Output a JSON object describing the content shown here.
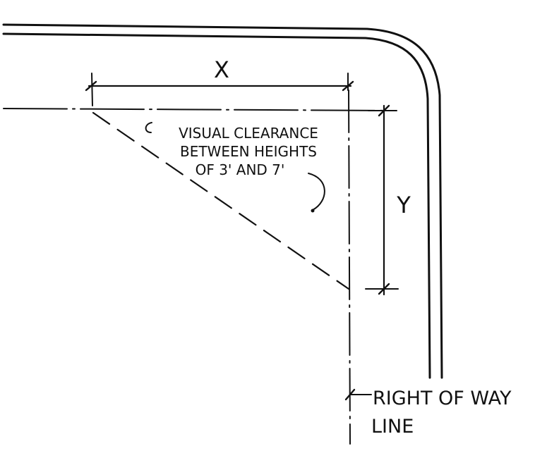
{
  "diagram": {
    "dimension_x_label": "X",
    "dimension_y_label": "Y",
    "note_lines": [
      "VISUAL CLEARANCE",
      "BETWEEN HEIGHTS",
      "OF 3' AND 7'"
    ],
    "right_of_way_label_lines": [
      "RIGHT OF WAY",
      "LINE"
    ],
    "ink_color": "#111111",
    "background_color": "#ffffff"
  }
}
